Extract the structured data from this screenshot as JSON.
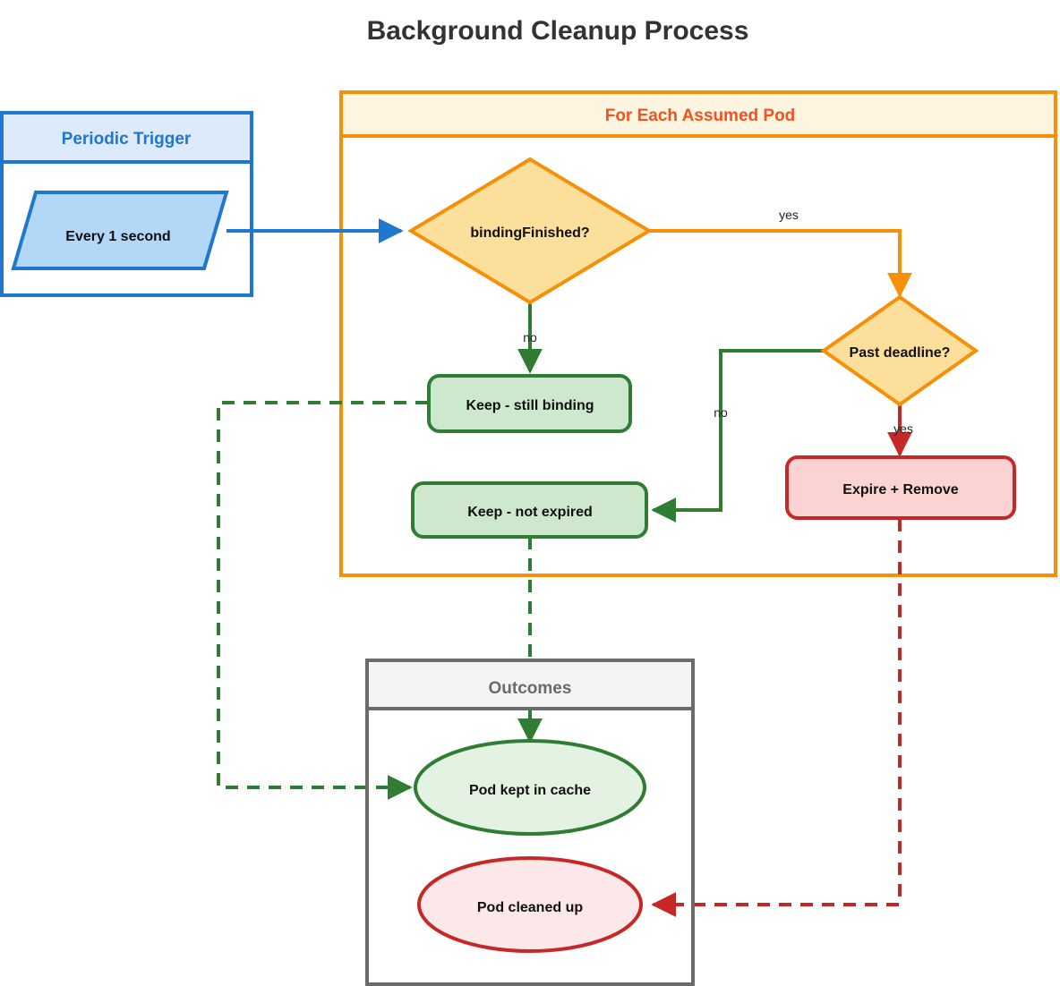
{
  "title": "Background Cleanup Process",
  "colors": {
    "title_text": "#333333",
    "blue_border": "#1f77d0",
    "blue_header_fill": "#dceafb",
    "blue_node_fill": "#b3d7f7",
    "blue_title_text": "#1f77d0",
    "orange_border": "#f79009",
    "orange_header_fill": "#fdf5e0",
    "orange_title_text": "#f4511e",
    "diamond_fill": "#fcdf9a",
    "diamond_border": "#f79009",
    "green_border": "#2e7d32",
    "green_fill": "#cde8cd",
    "green_ellipse_fill": "#e4f2e2",
    "red_border": "#c62828",
    "red_fill": "#fbd3d3",
    "red_ellipse_fill": "#fce8e8",
    "gray_border": "#6b6b6b",
    "gray_header_fill": "#f4f4f4",
    "gray_title_text": "#6b6b6b",
    "edge_blue": "#1f77d0",
    "edge_orange": "#f79009",
    "edge_green": "#2e7d32",
    "edge_red": "#c62828"
  },
  "subgraphs": [
    {
      "id": "periodic-trigger",
      "title": "Periodic Trigger"
    },
    {
      "id": "for-each-assumed-pod",
      "title": "For Each Assumed Pod"
    },
    {
      "id": "outcomes",
      "title": "Outcomes"
    }
  ],
  "nodes": [
    {
      "id": "every-1-second",
      "label": "Every 1 second",
      "shape": "parallelogram",
      "style": "blue"
    },
    {
      "id": "binding-finished",
      "label": "bindingFinished?",
      "shape": "diamond",
      "style": "amber"
    },
    {
      "id": "past-deadline",
      "label": "Past deadline?",
      "shape": "diamond",
      "style": "amber"
    },
    {
      "id": "keep-still-binding",
      "label": "Keep - still binding",
      "shape": "rounded-rect",
      "style": "green"
    },
    {
      "id": "keep-not-expired",
      "label": "Keep - not expired",
      "shape": "rounded-rect",
      "style": "green"
    },
    {
      "id": "expire-remove",
      "label": "Expire + Remove",
      "shape": "rounded-rect",
      "style": "red"
    },
    {
      "id": "pod-kept-in-cache",
      "label": "Pod kept in cache",
      "shape": "ellipse",
      "style": "green"
    },
    {
      "id": "pod-cleaned-up",
      "label": "Pod cleaned up",
      "shape": "ellipse",
      "style": "red"
    }
  ],
  "edges": [
    {
      "id": "trigger-to-binding",
      "from": "every-1-second",
      "to": "binding-finished",
      "label": "",
      "style": "solid",
      "color": "edge_blue"
    },
    {
      "id": "binding-yes",
      "from": "binding-finished",
      "to": "past-deadline",
      "label": "yes",
      "style": "solid",
      "color": "edge_orange"
    },
    {
      "id": "binding-no",
      "from": "binding-finished",
      "to": "keep-still-binding",
      "label": "no",
      "style": "solid",
      "color": "edge_green"
    },
    {
      "id": "deadline-no",
      "from": "past-deadline",
      "to": "keep-not-expired",
      "label": "no",
      "style": "solid",
      "color": "edge_green"
    },
    {
      "id": "deadline-yes",
      "from": "past-deadline",
      "to": "expire-remove",
      "label": "yes",
      "style": "solid",
      "color": "edge_red"
    },
    {
      "id": "still-binding-to-kept",
      "from": "keep-still-binding",
      "to": "pod-kept-in-cache",
      "label": "",
      "style": "dashed",
      "color": "edge_green"
    },
    {
      "id": "not-expired-to-kept",
      "from": "keep-not-expired",
      "to": "pod-kept-in-cache",
      "label": "",
      "style": "dashed",
      "color": "edge_green"
    },
    {
      "id": "expire-to-cleaned",
      "from": "expire-remove",
      "to": "pod-cleaned-up",
      "label": "",
      "style": "dashed",
      "color": "edge_red"
    }
  ],
  "edge_labels": {
    "binding_yes": "yes",
    "binding_no": "no",
    "deadline_no": "no",
    "deadline_yes": "yes"
  }
}
